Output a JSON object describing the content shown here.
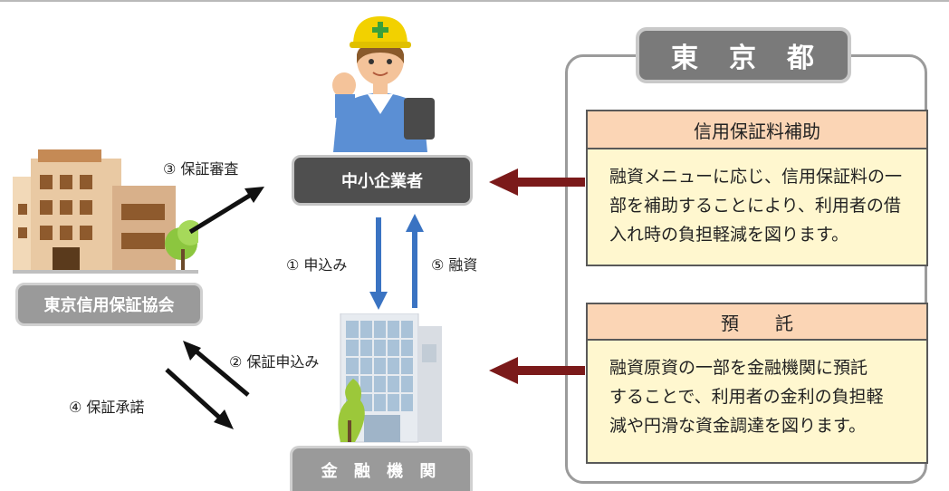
{
  "tokyo": {
    "title": "東　京　都"
  },
  "subsidy": {
    "title": "信用保証料補助",
    "body": "融資メニューに応じ、信用保証料の一\n部を補助することにより、利用者の借\n入れ時の負担軽減を図ります。"
  },
  "deposit": {
    "title": "預　　託",
    "body": "融資原資の一部を金融機関に預託\nすることで、利用者の金利の負担軽\n減や円滑な資金調達を図ります。"
  },
  "nodes": {
    "sme": "中小企業者",
    "guarantee_assoc": "東京信用保証協会",
    "bank": "金 融 機 関"
  },
  "steps": {
    "s1": "① 申込み",
    "s2": "② 保証申込み",
    "s3": "③ 保証審査",
    "s4": "④ 保証承諾",
    "s5": "⑤ 融資"
  },
  "colors": {
    "dark_red_arrow": "#7b1a1a",
    "blue_arrow": "#3a73c2",
    "header_fill": "#fbd5b5",
    "body_fill": "#fff7cf"
  }
}
